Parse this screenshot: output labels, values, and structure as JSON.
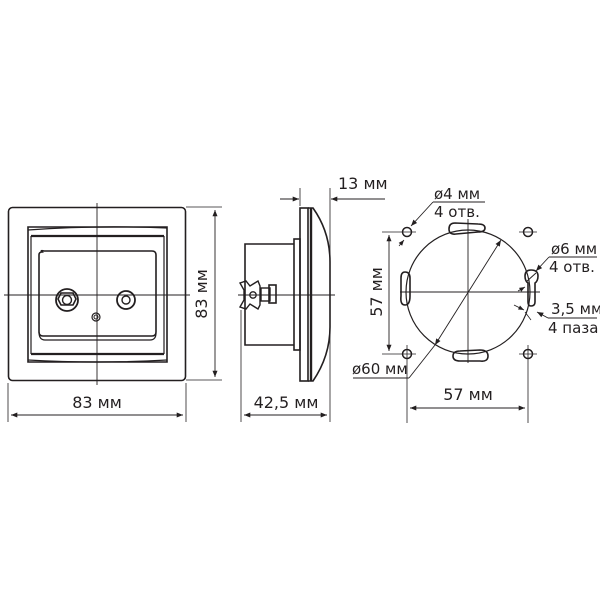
{
  "colors": {
    "line": "#231f20",
    "background": "#ffffff"
  },
  "front_view": {
    "width_label": "83 мм",
    "height_label": "83 мм"
  },
  "side_view": {
    "depth_label": "42,5 мм",
    "protrusion_label": "13 мм"
  },
  "mounting_view": {
    "diameter_label": "ø60 мм",
    "hole_small_label": "ø4 мм",
    "hole_small_count": "4 отв.",
    "hole_large_label": "ø6 мм",
    "hole_large_count": "4 отв.",
    "slot_label": "3,5 мм",
    "slot_count": "4 паза",
    "spacing_h_label": "57 мм",
    "spacing_v_label": "57 мм"
  }
}
